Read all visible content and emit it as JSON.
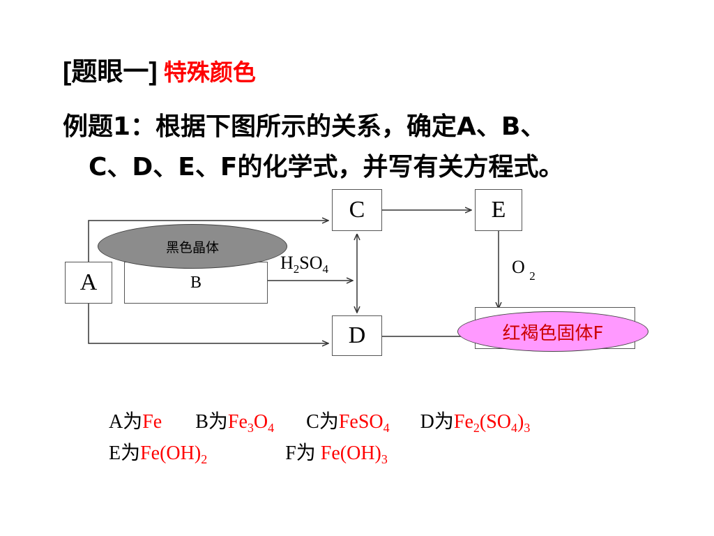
{
  "title": {
    "prefix": "[",
    "heading": "题眼一",
    "suffix": "]",
    "highlight": "特殊颜色"
  },
  "question": {
    "line1": "例题1：根据下图所示的关系，确定A、B、",
    "line2": "C、D、E、F的化学式，并写有关方程式。"
  },
  "diagram": {
    "nodes": {
      "A": "A",
      "B": "B",
      "C": "C",
      "D": "D",
      "E": "E",
      "ellipse_black": "黑色晶体",
      "ellipse_red": "红褐色固体F"
    },
    "labels": {
      "reagent_main": "H",
      "reagent_sub": "2",
      "reagent_main2": "SO",
      "reagent_sub2": "4",
      "oxygen_main": "O",
      "oxygen_sub": "2"
    },
    "colors": {
      "ellipse_black_fill": "#8c8c8c",
      "ellipse_red_fill": "#ff99ff",
      "ellipse_red_text": "#cc0000",
      "line": "#333333"
    }
  },
  "answers": {
    "A_label": "A为",
    "A_value": "Fe",
    "B_label": "B为",
    "B_v1": "Fe",
    "B_s1": "3",
    "B_v2": "O",
    "B_s2": "4",
    "C_label": "C为",
    "C_v1": "FeSO",
    "C_s1": "4",
    "D_label": "D为",
    "D_v1": "Fe",
    "D_s1": "2",
    "D_v2": "(SO",
    "D_s2": "4",
    "D_v3": ")",
    "D_s3": "3",
    "E_label": "E为",
    "E_v1": "Fe(OH)",
    "E_s1": "2",
    "F_label": "F为",
    "F_v1": "Fe(OH)",
    "F_s1": "3"
  }
}
